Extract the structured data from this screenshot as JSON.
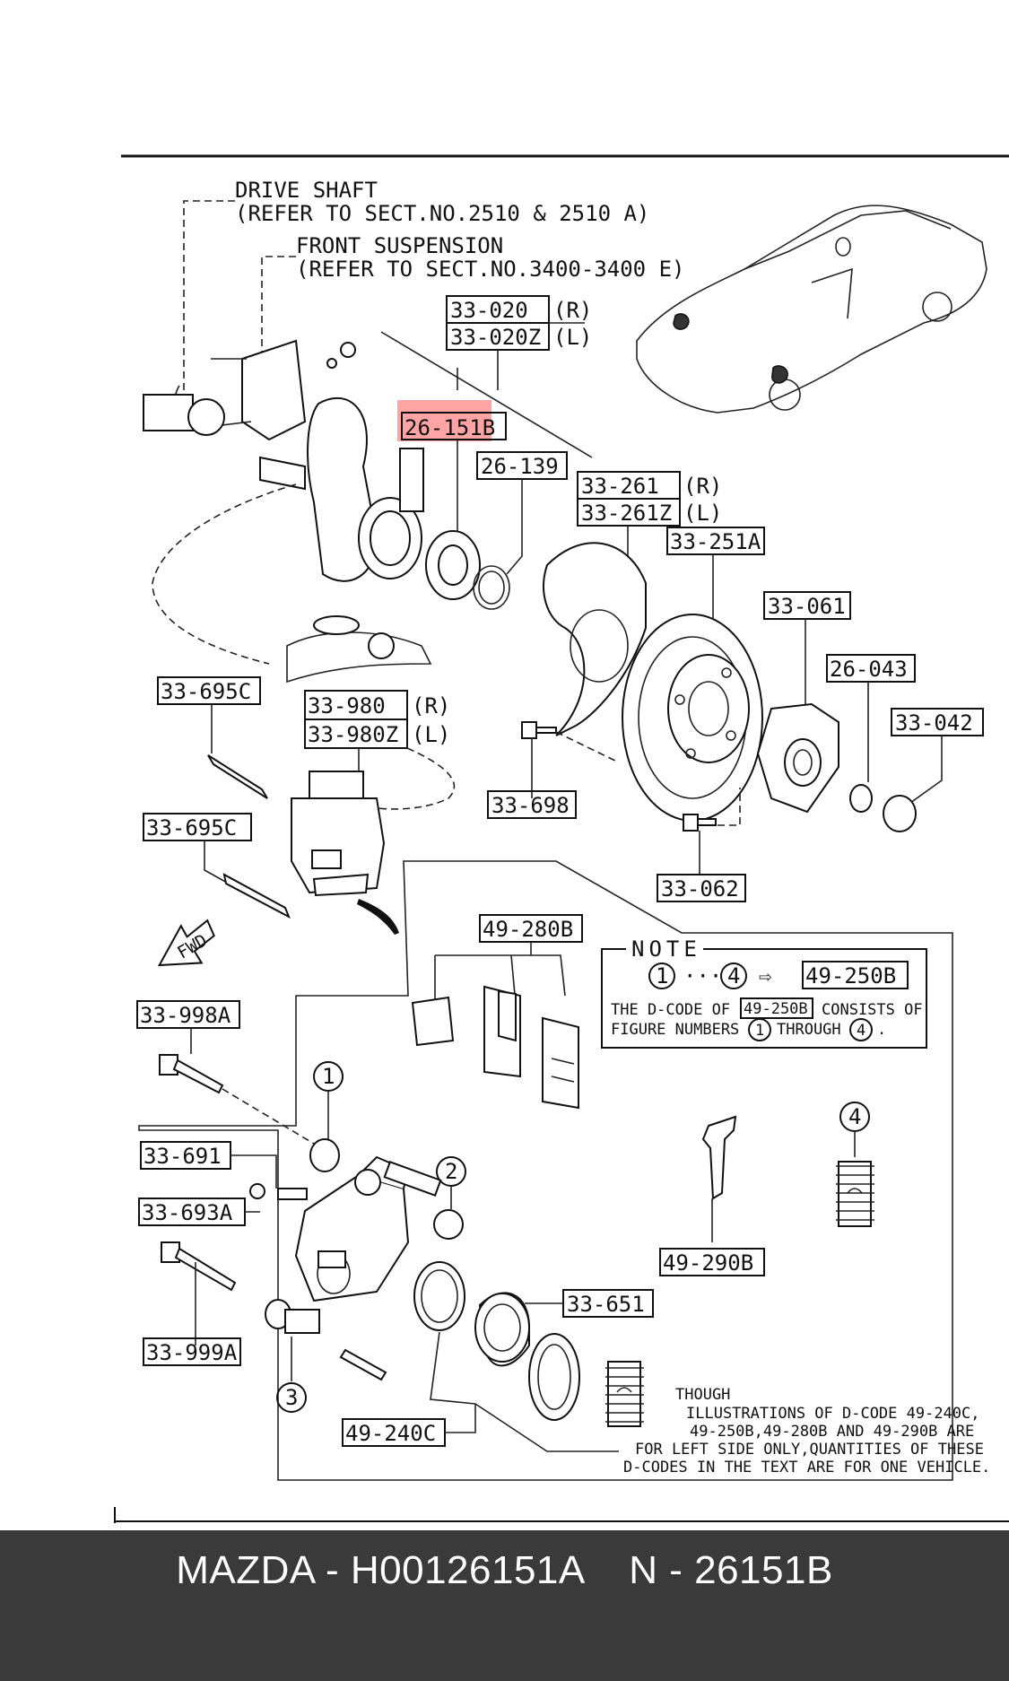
{
  "callouts": {
    "drive_shaft_title": "DRIVE SHAFT",
    "drive_shaft_ref": "(REFER TO SECT.NO.2510 & 2510 A)",
    "front_susp_title": "FRONT SUSPENSION",
    "front_susp_ref": "(REFER TO SECT.NO.3400-3400 E)"
  },
  "parts": {
    "p33_020": "33-020",
    "p33_020z": "33-020Z",
    "side_r": "(R)",
    "side_l": "(L)",
    "p26_151b": "26-151B",
    "p26_139": "26-139",
    "p33_261": "33-261",
    "p33_261z": "33-261Z",
    "p33_251a": "33-251A",
    "p33_061": "33-061",
    "p26_043": "26-043",
    "p33_042": "33-042",
    "p33_695c": "33-695C",
    "p33_980": "33-980",
    "p33_980z": "33-980Z",
    "p33_698": "33-698",
    "p33_062": "33-062",
    "p49_280b": "49-280B",
    "p33_998a": "33-998A",
    "p33_691": "33-691",
    "p33_693a": "33-693A",
    "p33_999a": "33-999A",
    "p49_240c": "49-240C",
    "p33_651": "33-651",
    "p49_290b": "49-290B",
    "p49_250b": "49-250B"
  },
  "fwd_label": "FWD",
  "figure_numbers": [
    "1",
    "2",
    "3",
    "4"
  ],
  "note": {
    "title": "NOTE",
    "range_dots": "···",
    "arrow": "⇨",
    "line1_a": "THE D-CODE OF",
    "line1_code": "49-250B",
    "line1_b": "CONSISTS OF",
    "line2_a": "FIGURE NUMBERS",
    "line2_b": "THROUGH",
    "line2_end": "."
  },
  "though_note": {
    "line1": "THOUGH",
    "line2": "ILLUSTRATIONS OF D-CODE 49-240C,",
    "line3": "49-250B,49-280B AND 49-290B ARE",
    "line4": "FOR LEFT SIDE ONLY,QUANTITIES OF THESE",
    "line5": "D-CODES IN THE TEXT ARE FOR ONE VEHICLE."
  },
  "highlight_color": "#ff5a5a",
  "footer": {
    "text": "MAZDA - H00126151A    N - 26151B",
    "background": "#3a3a3a"
  }
}
